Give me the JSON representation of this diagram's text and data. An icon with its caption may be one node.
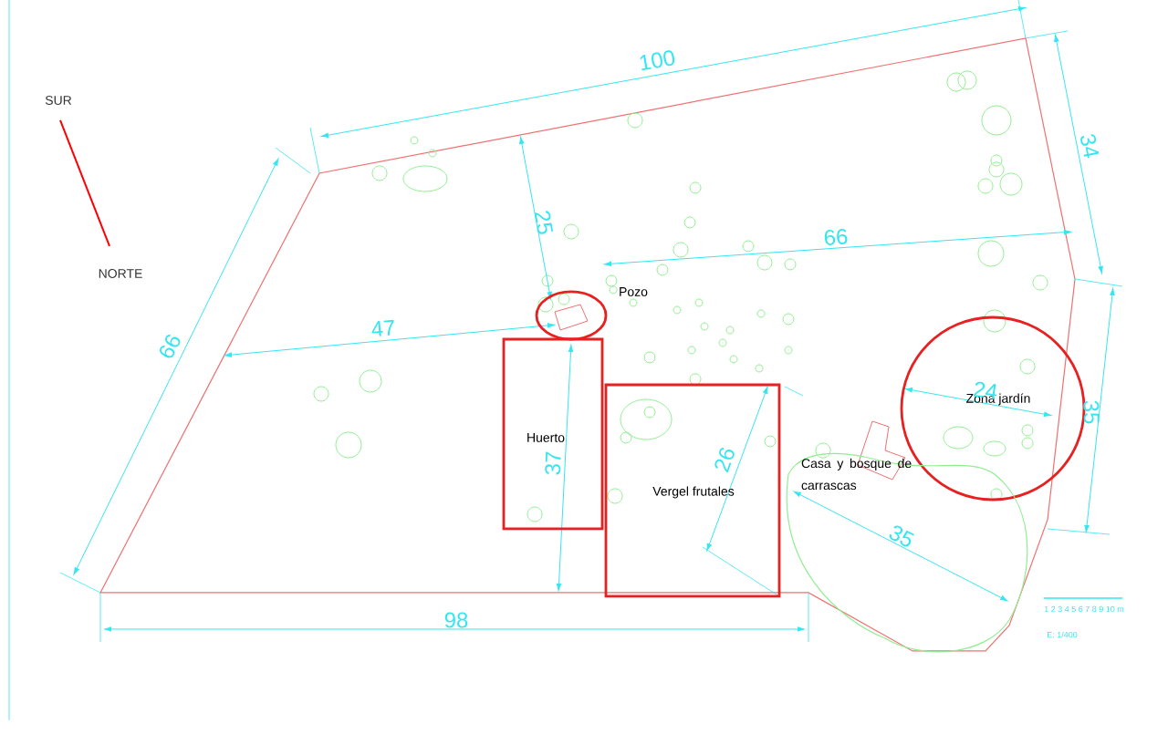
{
  "diagram": {
    "nodes": [
      {
        "text": [
          "Huerto"
        ]
      },
      {
        "text": [
          "Vergel frutales"
        ]
      },
      {
        "text": [
          "Pozo"
        ]
      },
      {
        "text": [
          "Zona jardín"
        ]
      },
      {
        "text": [
          "Casa y bosque de carrascas"
        ]
      }
    ],
    "edges": [],
    "labels": [
      "SUR",
      "NORTE",
      "100",
      "34",
      "25",
      "66",
      "47",
      "66",
      "24",
      "35",
      "37",
      "26",
      "35",
      "98",
      "1 2 3 4 5 6 7 8 9 10 m",
      "E: 1/400"
    ]
  }
}
